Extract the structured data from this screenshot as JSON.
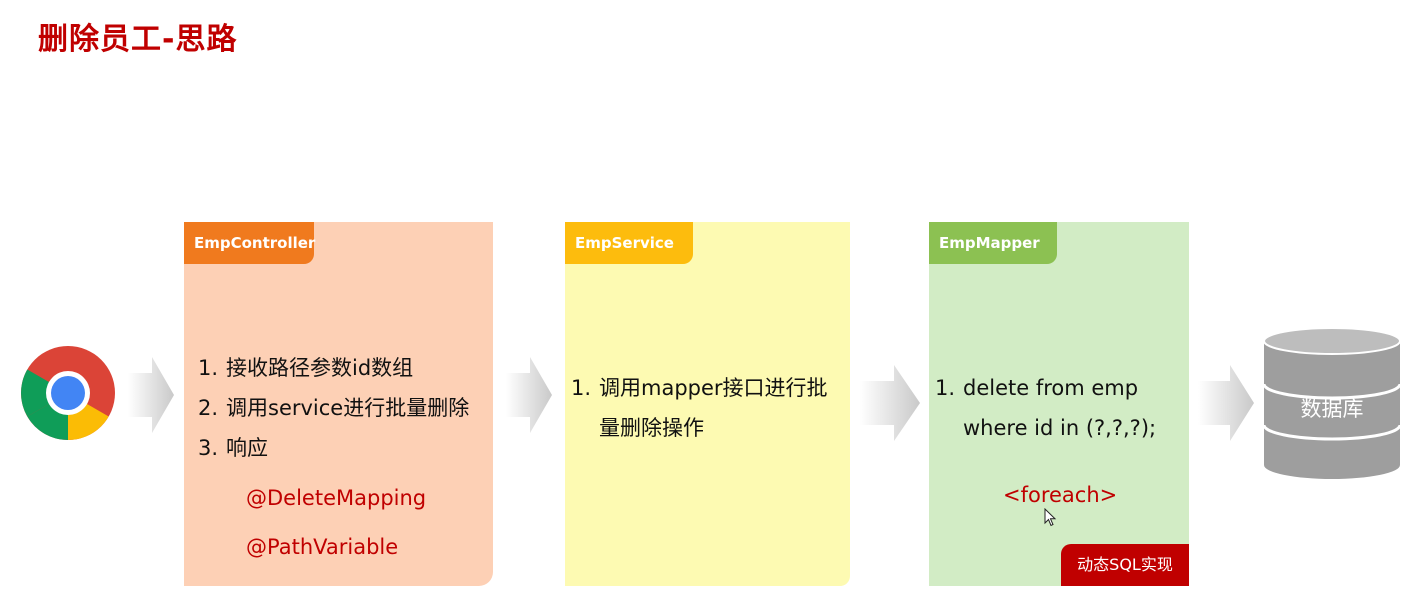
{
  "title": "删除员工-思路",
  "controller": {
    "tab": "EmpController",
    "steps": [
      {
        "num": "1.",
        "text": "接收路径参数id数组"
      },
      {
        "num": "2.",
        "text": "调用service进行批量删除"
      },
      {
        "num": "3.",
        "text": "响应"
      }
    ],
    "annotations": [
      "@DeleteMapping",
      "@PathVariable"
    ]
  },
  "service": {
    "tab": "EmpService",
    "steps": [
      {
        "num": "1.",
        "text": "调用mapper接口进行批量删除操作"
      }
    ]
  },
  "mapper": {
    "tab": "EmpMapper",
    "steps": [
      {
        "num": "1.",
        "text": "delete from emp where id in (?,?,?);"
      }
    ],
    "annotation": "<foreach>",
    "badge": "动态SQL实现"
  },
  "database": {
    "label": "数据库",
    "icon": "database-icon"
  },
  "browser": {
    "icon": "chrome-icon"
  },
  "colors": {
    "title": "#c00000",
    "controller_bg": "#fdd0b5",
    "controller_tab": "#f07a1e",
    "service_bg": "#fdfab2",
    "service_tab": "#fdbc0d",
    "mapper_bg": "#d2ecc5",
    "mapper_tab": "#8cc152",
    "badge": "#c00000"
  }
}
